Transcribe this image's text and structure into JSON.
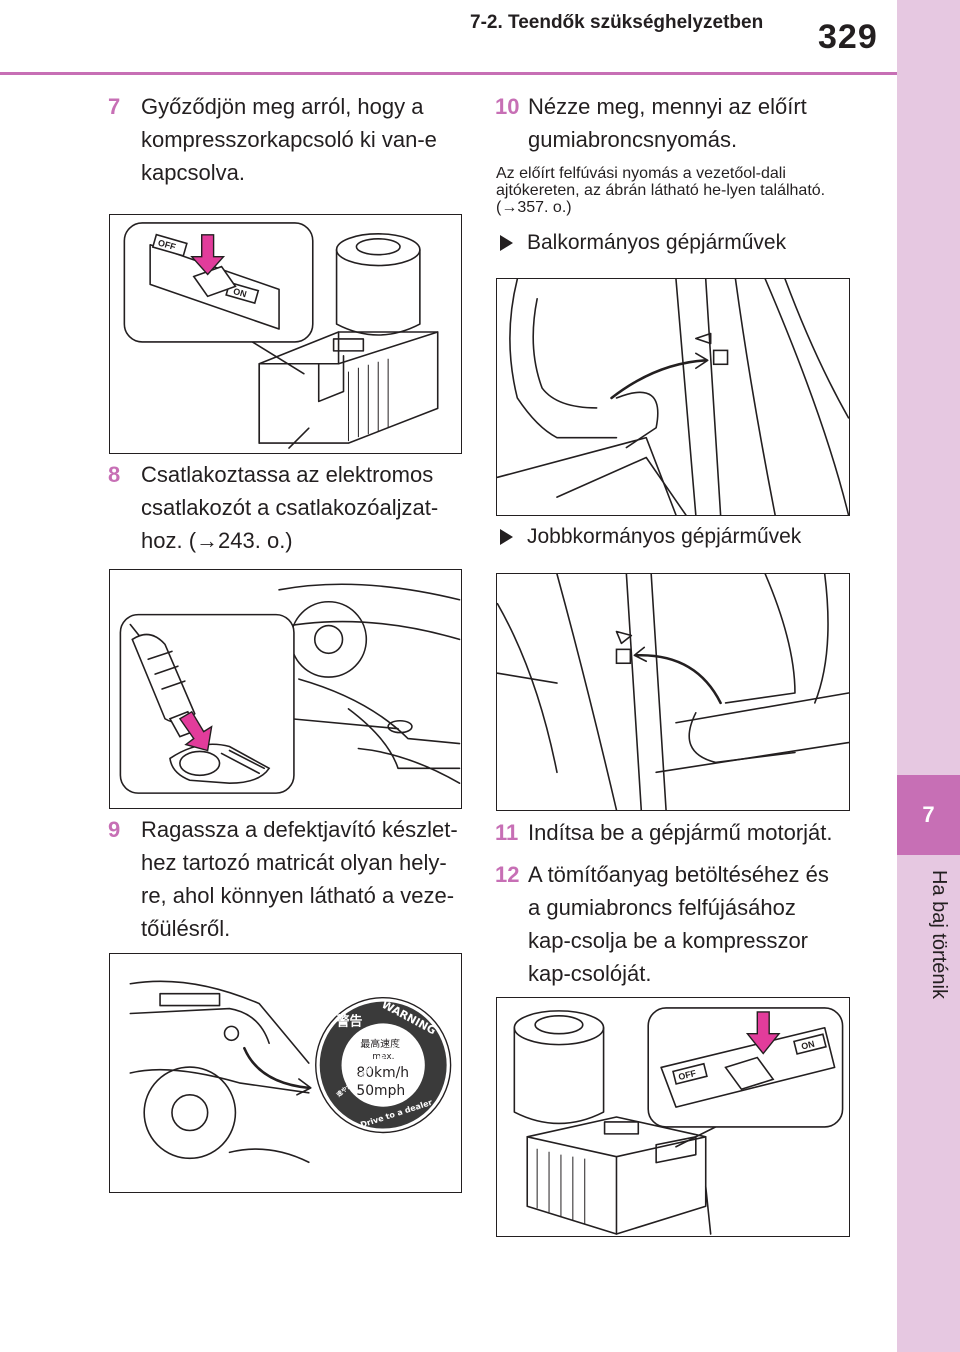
{
  "header": {
    "section_title": "7-2. Teendők szükséghelyzetben",
    "page_number": "329"
  },
  "side_tab": {
    "chapter_number": "7",
    "chapter_title": "Ha baj történik"
  },
  "steps": [
    {
      "num": "7",
      "text": "Győződjön meg arról, hogy a kompresszorkapcsoló ki van-e kapcsolva."
    },
    {
      "num": "8",
      "text": "Csatlakoztassa az elektromos csatlakozót a csatlakozóaljzat-hoz. (→243. o.)"
    },
    {
      "num": "9",
      "text": "Ragassza a defektjavító készlet-hez tartozó matricát olyan hely-re, ahol könnyen látható a veze-tőülésről."
    },
    {
      "num": "10",
      "text": "Nézze meg, mennyi az előírt gumiabroncsnyomás."
    },
    {
      "num": "11",
      "text": "Indítsa be a gépjármű motorját."
    },
    {
      "num": "12",
      "text": "A tömítőanyag betöltéséhez és a gumiabroncs felfújásához kap-csolja be a kompresszor kap-csolóját."
    }
  ],
  "note": "Az előírt felfúvási nyomás a vezetőol-dali ajtókereten, az ábrán látható he-lyen található. (→357. o.)",
  "bullets": {
    "lhd": "Balkormányos gépjárművek",
    "rhd": "Jobbkormányos gépjárművek"
  },
  "figure_labels": {
    "switch_off": "OFF",
    "switch_on": "ON"
  },
  "sticker": {
    "warning_jp": "警告",
    "warning_en": "WARNING",
    "speed_jp": "最高速度",
    "max": "max.",
    "kmh": "80km/h",
    "mph": "50mph",
    "drive_jp": "速やかに販売店にお越しください",
    "drive_en": "Drive to a dealer"
  },
  "colors": {
    "accent": "#c76fb5",
    "tab_light": "#e6c8e1",
    "arrow_pink": "#e23c9b"
  }
}
